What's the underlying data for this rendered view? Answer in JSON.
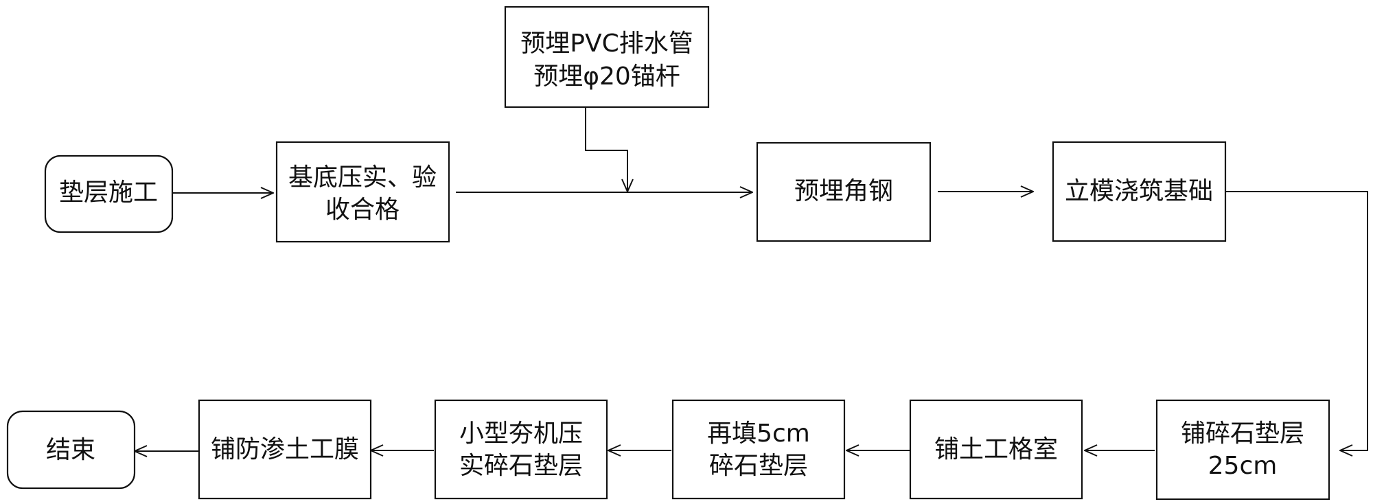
{
  "diagram": {
    "nodes": {
      "start": {
        "lines": [
          "垫层施工"
        ],
        "shape": "rounded"
      },
      "compact": {
        "lines": [
          "基底压实、验",
          "收合格"
        ],
        "shape": "rect"
      },
      "embed_pipe": {
        "lines": [
          "预埋PVC排水管",
          "预埋φ20锚杆"
        ],
        "shape": "rect"
      },
      "angle_steel": {
        "lines": [
          "预埋角钢"
        ],
        "shape": "rect"
      },
      "formwork": {
        "lines": [
          "立模浇筑基础"
        ],
        "shape": "rect"
      },
      "gravel_25": {
        "lines": [
          "铺碎石垫层",
          "25cm"
        ],
        "shape": "rect"
      },
      "geocell": {
        "lines": [
          "铺土工格室"
        ],
        "shape": "rect"
      },
      "refill_5": {
        "lines": [
          "再填5cm",
          "碎石垫层"
        ],
        "shape": "rect"
      },
      "tamp": {
        "lines": [
          "小型夯机压",
          "实碎石垫层"
        ],
        "shape": "rect"
      },
      "membrane": {
        "lines": [
          "铺防渗土工膜"
        ],
        "shape": "rect"
      },
      "end": {
        "lines": [
          "结束"
        ],
        "shape": "rounded"
      }
    },
    "edges": [
      {
        "from": "start",
        "to": "compact"
      },
      {
        "from": "compact",
        "to": "angle_steel"
      },
      {
        "from": "embed_pipe",
        "to": "compact_angle_line"
      },
      {
        "from": "angle_steel",
        "to": "formwork"
      },
      {
        "from": "formwork",
        "to": "gravel_25"
      },
      {
        "from": "gravel_25",
        "to": "geocell"
      },
      {
        "from": "geocell",
        "to": "refill_5"
      },
      {
        "from": "refill_5",
        "to": "tamp"
      },
      {
        "from": "tamp",
        "to": "membrane"
      },
      {
        "from": "membrane",
        "to": "end"
      }
    ]
  }
}
